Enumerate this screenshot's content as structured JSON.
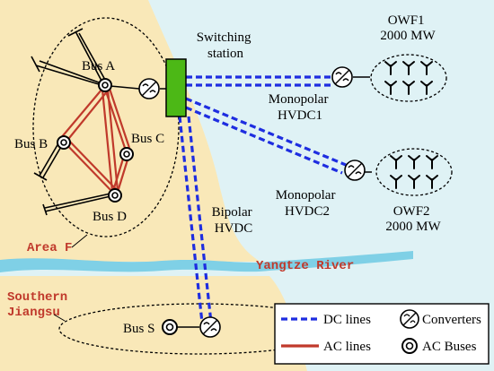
{
  "colors": {
    "land": "#F9E8B8",
    "sea": "#DFF2F5",
    "river": "#7FD0E6",
    "dc_line": "#1E2DE0",
    "ac_line": "#C0392B",
    "station_fill": "#4CB816",
    "label_red": "#C0392B",
    "ink": "#000000"
  },
  "labels": {
    "switching_station": [
      "Switching",
      "station"
    ],
    "bus_a": "Bus A",
    "bus_b": "Bus B",
    "bus_c": "Bus C",
    "bus_d": "Bus D",
    "bus_s": "Bus S",
    "area_f": "Area F",
    "southern_jiangsu": [
      "Southern",
      "Jiangsu"
    ],
    "yangtze_river": "Yangtze River",
    "hvdc1": [
      "Monopolar",
      "HVDC1"
    ],
    "hvdc2": [
      "Monopolar",
      "HVDC2"
    ],
    "hvdc_bipolar": [
      "Bipolar",
      "HVDC"
    ],
    "owf1": [
      "OWF1",
      "2000 MW"
    ],
    "owf2": [
      "OWF2",
      "2000 MW"
    ]
  },
  "legend": {
    "dc_lines": "DC lines",
    "ac_lines": "AC lines",
    "converters": "Converters",
    "ac_buses": "AC Buses"
  },
  "icons": {
    "converter": "converter-icon",
    "bus": "ac-bus-icon",
    "wind_turbine": "wind-turbine-icon"
  }
}
